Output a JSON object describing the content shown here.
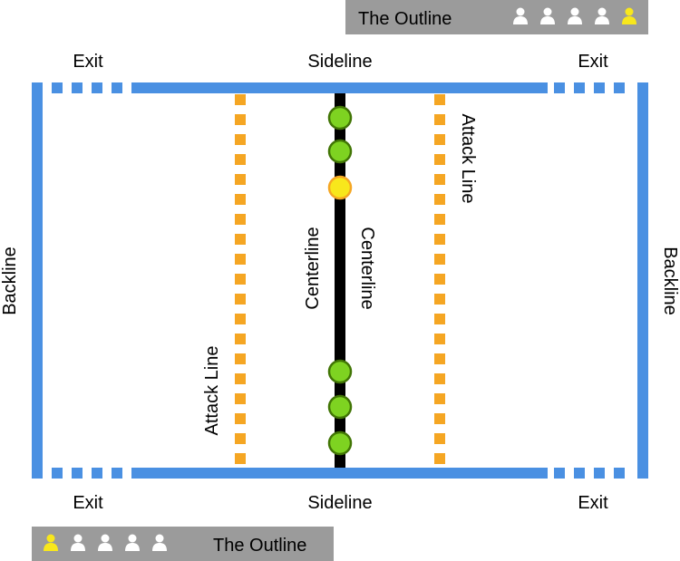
{
  "colors": {
    "boundary": "#4a90e2",
    "attack_line": "#f5a623",
    "centerline": "#000000",
    "player_green": "#7ed321",
    "player_green_stroke": "#417505",
    "player_yellow": "#f8e71c",
    "player_yellow_stroke": "#f5a623",
    "banner_bg": "#9b9b9b",
    "banner_text": "#ffffff",
    "icon_white": "#ffffff",
    "icon_yellow": "#f8e71c"
  },
  "top_banner": {
    "label": "The Outline",
    "icons": [
      "person-icon",
      "person-icon",
      "person-icon",
      "person-icon",
      "person-icon-yellow"
    ]
  },
  "bottom_banner": {
    "label": "The Outline",
    "icons": [
      "person-icon-yellow",
      "person-icon",
      "person-icon",
      "person-icon",
      "person-icon"
    ]
  },
  "labels": {
    "exit_top_left": "Exit",
    "exit_top_right": "Exit",
    "exit_bottom_left": "Exit",
    "exit_bottom_right": "Exit",
    "sideline_top": "Sideline",
    "sideline_bottom": "Sideline",
    "backline_left": "Backline",
    "backline_right": "Backline",
    "centerline_left": "Centerline",
    "centerline_right": "Centerline",
    "attack_line_left": "Attack Line",
    "attack_line_right": "Attack Line"
  },
  "players": [
    {
      "team": "green"
    },
    {
      "team": "green"
    },
    {
      "team": "yellow"
    },
    {
      "team": "green"
    },
    {
      "team": "green"
    },
    {
      "team": "green"
    }
  ]
}
